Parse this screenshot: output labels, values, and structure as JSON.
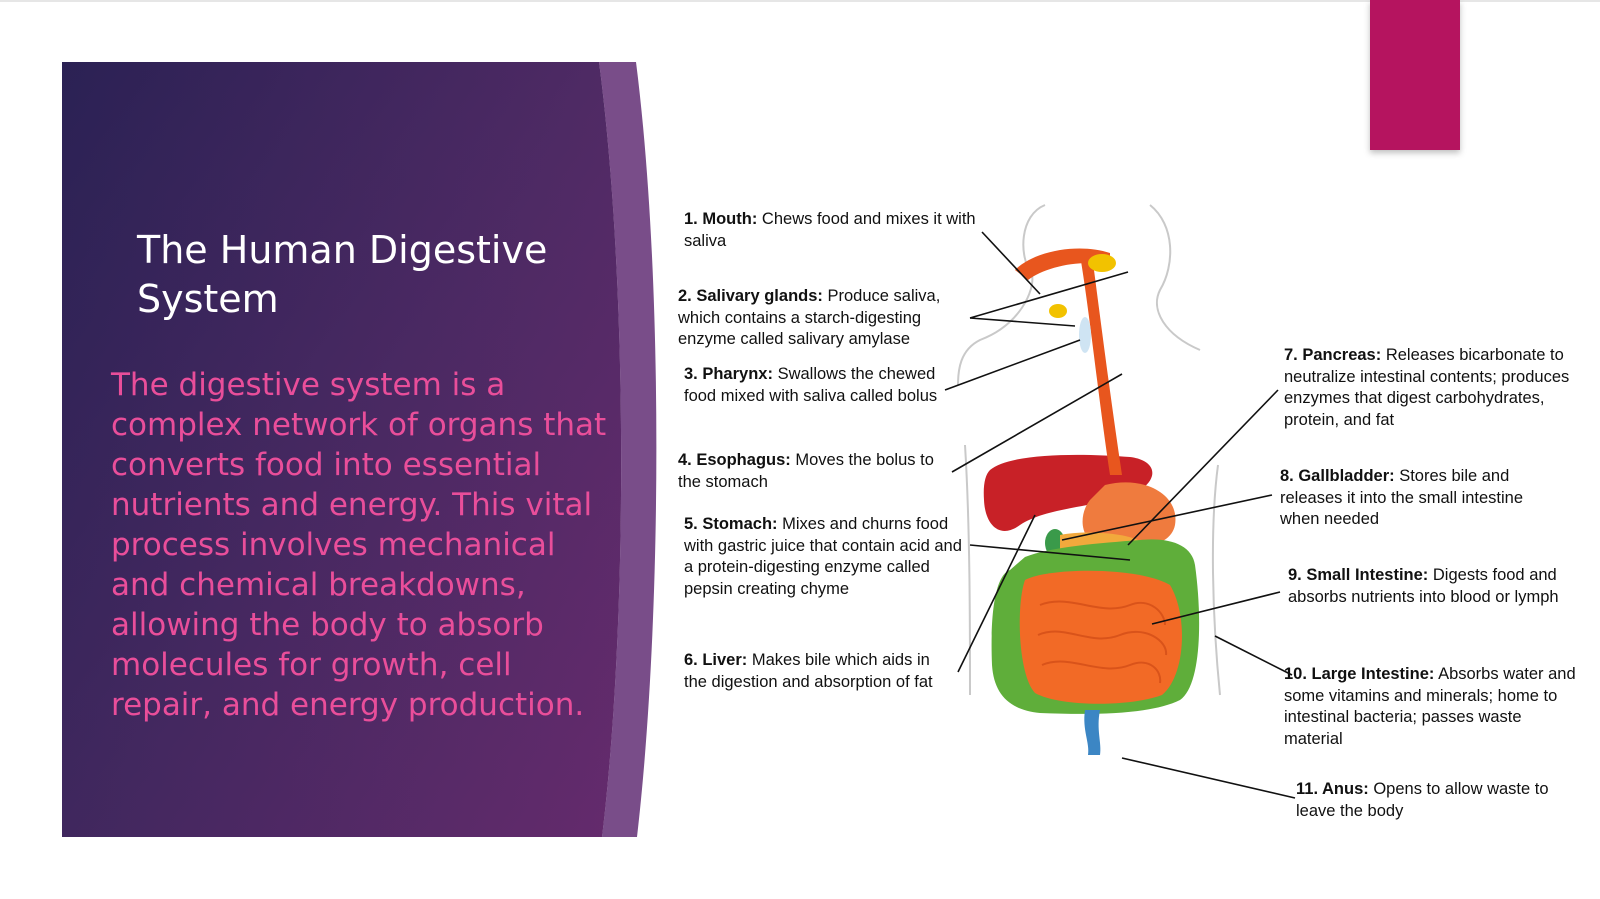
{
  "slide": {
    "title": "The Human Digestive System",
    "body": "The digestive system is a complex network of organs that converts food into essential nutrients and energy. This vital process involves mechanical and chemical breakdowns, allowing the body to absorb molecules for growth, cell repair, and energy production."
  },
  "colors": {
    "panel_dark": "#2a2153",
    "panel_mid": "#4a2a62",
    "panel_light": "#6a2b6e",
    "title_text": "#ffffff",
    "body_text": "#e94e9a",
    "accent_tab": "#b5145f"
  },
  "labels": [
    {
      "term": "1. Mouth:",
      "desc": "Chews food and mixes it with saliva"
    },
    {
      "term": "2. Salivary glands:",
      "desc": "Produce saliva, which contains a starch-digesting enzyme called salivary amylase"
    },
    {
      "term": "3. Pharynx:",
      "desc": "Swallows the chewed food mixed with saliva called bolus"
    },
    {
      "term": "4. Esophagus:",
      "desc": "Moves the bolus to the stomach"
    },
    {
      "term": "5. Stomach:",
      "desc": "Mixes and churns food with gastric juice that contain acid and a protein-digesting enzyme called pepsin creating chyme"
    },
    {
      "term": "6. Liver:",
      "desc": "Makes bile which aids in the digestion and absorption of fat"
    },
    {
      "term": "7. Pancreas:",
      "desc": "Releases bicarbonate to neutralize intestinal contents; produces enzymes that digest carbohydrates, protein, and fat"
    },
    {
      "term": "8. Gallbladder:",
      "desc": "Stores bile and releases it into the small intestine when needed"
    },
    {
      "term": "9. Small Intestine:",
      "desc": "Digests food and absorbs nutrients into blood or lymph"
    },
    {
      "term": "10. Large Intestine:",
      "desc": "Absorbs water and some vitamins and minerals; home to intestinal bacteria; passes waste material"
    },
    {
      "term": "11. Anus:",
      "desc": "Opens to allow waste to leave the body"
    }
  ]
}
